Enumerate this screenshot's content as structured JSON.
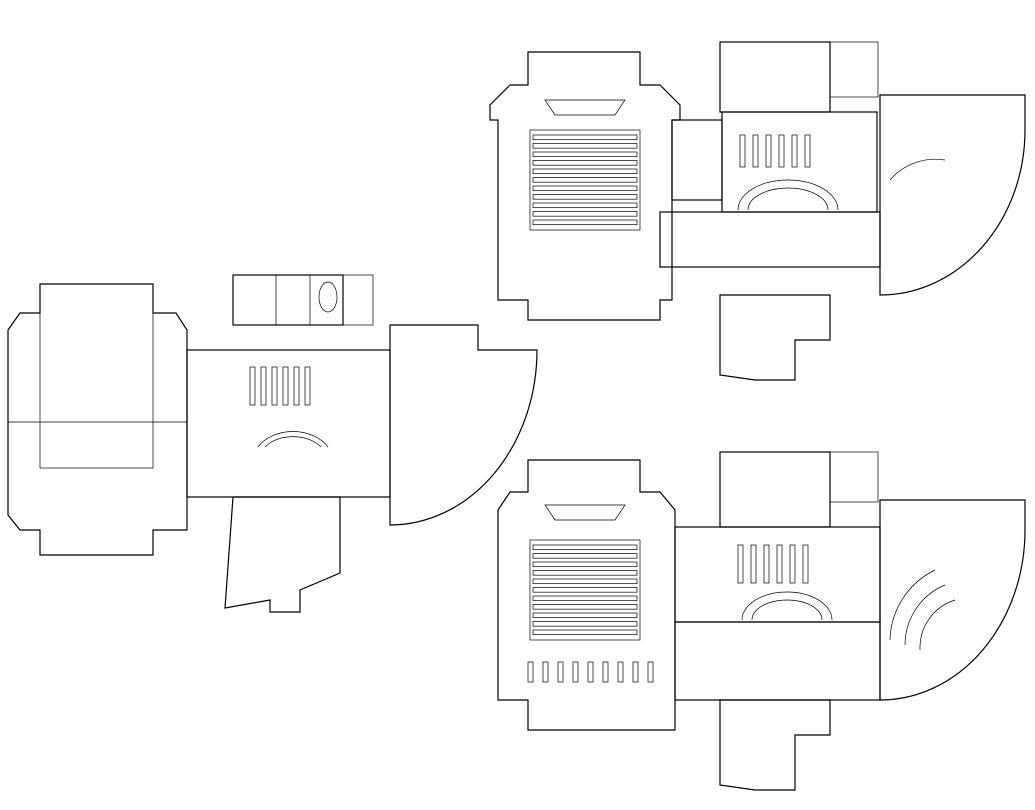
{
  "drawing": {
    "line_color": "#000000",
    "background": "#ffffff",
    "plans": [
      "left-floor-plan",
      "top-right-floor-plan",
      "bottom-right-floor-plan"
    ]
  }
}
